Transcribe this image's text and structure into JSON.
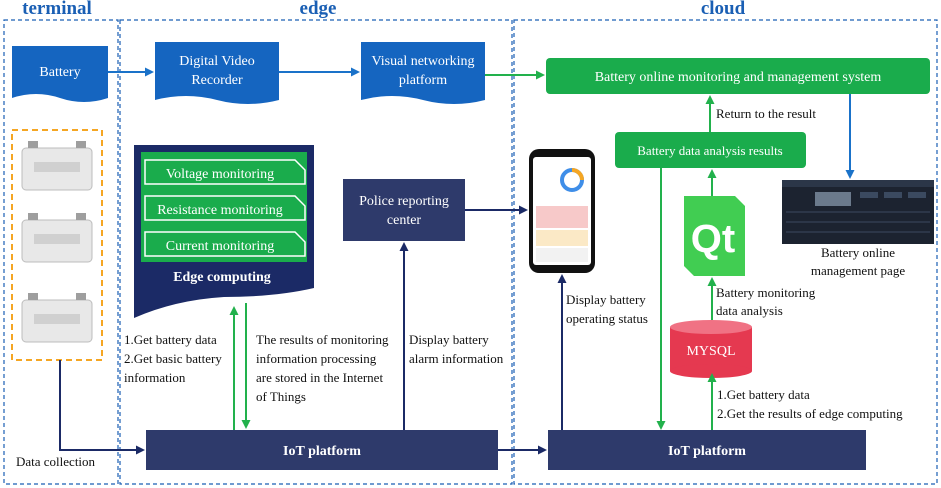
{
  "regions": {
    "terminal": "terminal",
    "edge": "edge",
    "cloud": "cloud"
  },
  "nodes": {
    "battery": "Battery",
    "dvr": [
      "Digital Video",
      "Recorder"
    ],
    "visual_platform": [
      "Visual networking",
      "platform"
    ],
    "monitoring_system": "Battery online monitoring and management system",
    "analysis_results": "Battery data analysis results",
    "police_center": [
      "Police reporting",
      "center"
    ],
    "edge_items": [
      "Voltage monitoring",
      "Resistance monitoring",
      "Current monitoring"
    ],
    "edge_title": "Edge computing",
    "iot_edge": "IoT platform",
    "iot_cloud": "IoT platform",
    "mysql": "MYSQL",
    "qt_logo": "Qt",
    "mgmt_page": [
      "Battery online",
      "management page"
    ]
  },
  "labels": {
    "data_collection": "Data collection",
    "get_data": [
      "1.Get battery data",
      "2.Get basic battery",
      "information"
    ],
    "results_stored": [
      "The results of monitoring",
      "information processing",
      "are stored in the Internet",
      "of Things"
    ],
    "display_alarm": [
      "Display battery",
      "alarm information"
    ],
    "display_status": [
      "Display battery",
      "operating status"
    ],
    "return_result": "Return to the result",
    "battery_analysis": [
      "Battery monitoring",
      "data analysis"
    ],
    "get_cloud": [
      "1.Get battery data",
      "2.Get the results of edge computing"
    ]
  },
  "colors": {
    "region_border": "#1a5fb4",
    "blue_box": "#1565c0",
    "green_box": "#1aac4c",
    "navy_box": "#2e3a6b",
    "edge_doc": "#1b2a66",
    "mysql": "#e53950",
    "green_arrow": "#22b14c",
    "navy_arrow": "#1b2a66",
    "orange_dash": "#f5a623"
  }
}
